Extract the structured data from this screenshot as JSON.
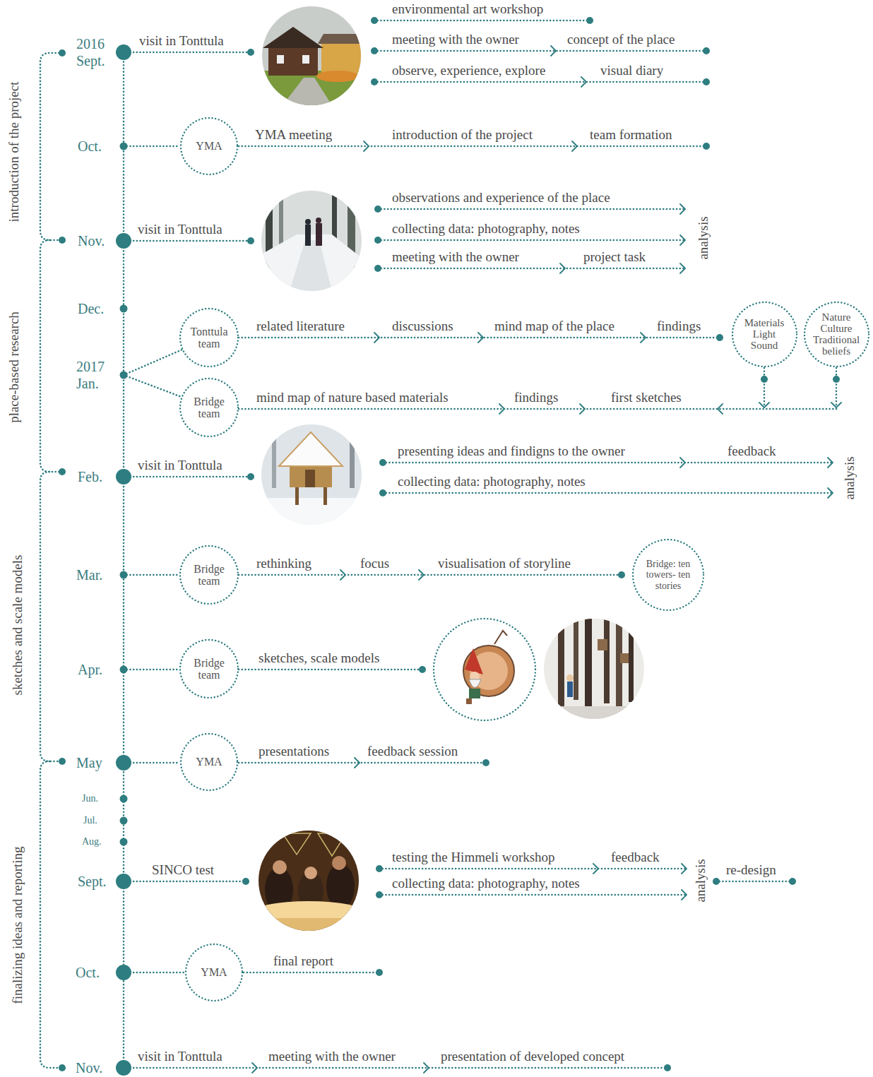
{
  "diagram": {
    "nodes": [
      {
        "text": [
          "YMA"
        ]
      },
      {
        "text": [
          "Tonttula team"
        ]
      },
      {
        "text": [
          "Materials Light Sound"
        ]
      },
      {
        "text": [
          "Nature Culture Traditional beliefs"
        ]
      },
      {
        "text": [
          "Bridge team"
        ]
      },
      {
        "text": [
          "Bridge team"
        ]
      },
      {
        "text": [
          "Bridge: ten towers- ten stories"
        ]
      },
      {
        "text": [
          "Bridge team"
        ]
      },
      {
        "text": [
          "YMA"
        ]
      },
      {
        "text": [
          "YMA"
        ]
      }
    ],
    "labels": [
      "introduction of the project",
      "2016 Sept.",
      "visit in Tonttula",
      "environmental art workshop",
      "meeting with the owner",
      "concept of the place",
      "observe, experience, explore",
      "visual diary",
      "Oct.",
      "YMA meeting",
      "introduction of the project",
      "team formation",
      "place-based research",
      "Nov.",
      "visit in Tonttula",
      "observations and experience of the place",
      "collecting data: photography, notes",
      "meeting with the owner",
      "project task",
      "analysis",
      "Dec.",
      "2017 Jan.",
      "related literature",
      "discussions",
      "mind map of the place",
      "findings",
      "mind map of nature based materials",
      "findings",
      "first sketches",
      "sketches and scale models",
      "Feb.",
      "visit in Tonttula",
      "presenting ideas and findigns to the owner",
      "feedback",
      "collecting data: photography, notes",
      "analysis",
      "Mar.",
      "rethinking",
      "focus",
      "visualisation of storyline",
      "Apr.",
      "sketches, scale models",
      "May",
      "presentations",
      "feedback session",
      "finalizing ideas and reporting",
      "Jun.",
      "Jul.",
      "Aug.",
      "Sept.",
      "SINCO test",
      "testing the Himmeli workshop",
      "feedback",
      "collecting data: photography, notes",
      "analysis",
      "re-design",
      "Oct.",
      "final report",
      "Nov.",
      "visit in Tonttula",
      "meeting with the owner",
      "presentation of developed concept"
    ]
  }
}
